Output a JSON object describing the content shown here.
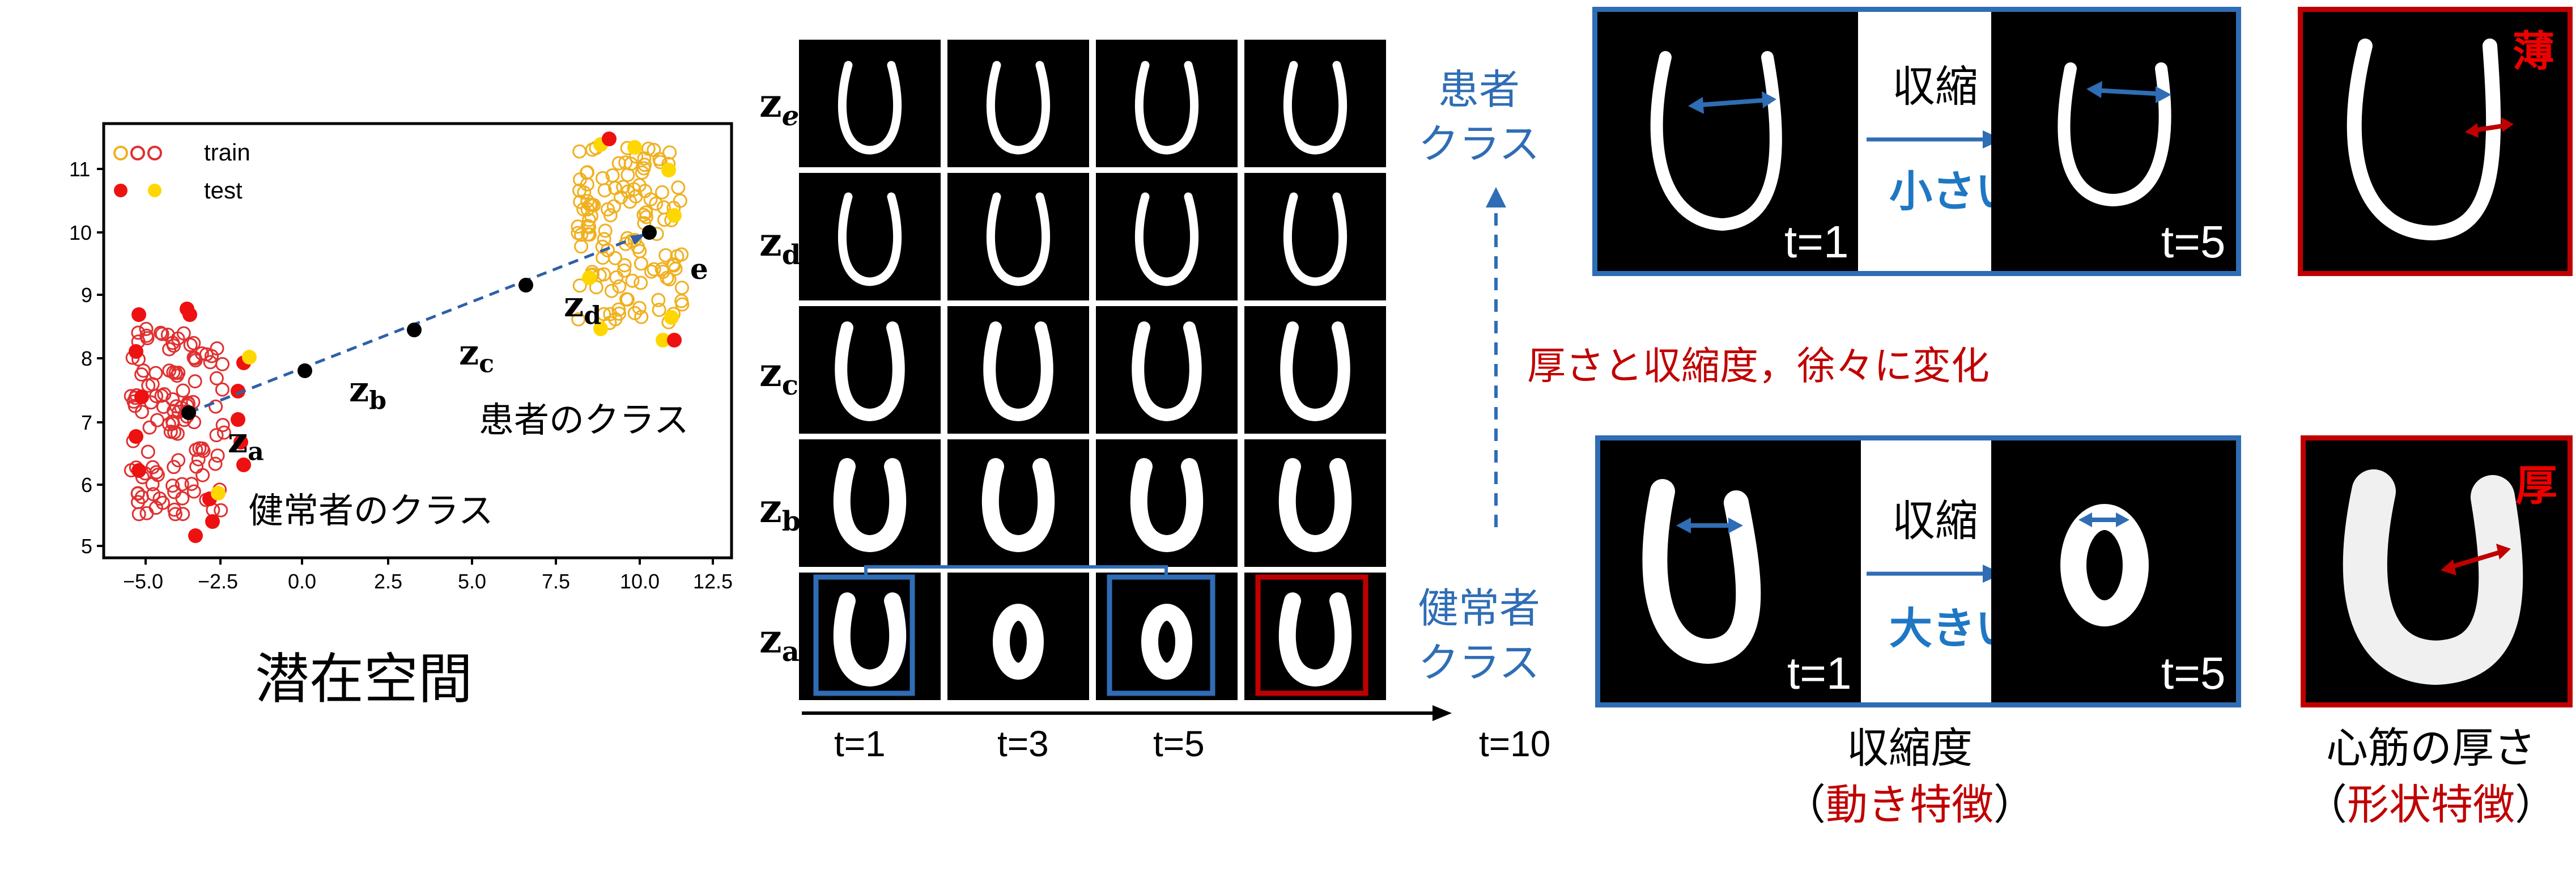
{
  "scatter": {
    "legend": {
      "train": "train",
      "test": "test"
    },
    "x_ticks": [
      "−5.0",
      "−2.5",
      "0.0",
      "2.5",
      "5.0",
      "7.5",
      "10.0",
      "12.5"
    ],
    "y_ticks": [
      "5",
      "6",
      "7",
      "8",
      "9",
      "10",
      "11"
    ],
    "labels": {
      "za": "z",
      "za_sub": "a",
      "zb": "z",
      "zb_sub": "b",
      "zc": "z",
      "zc_sub": "c",
      "zd": "z",
      "zd_sub": "d",
      "ze": "e"
    },
    "patient_class": "患者のクラス",
    "healthy_class": "健常者のクラス",
    "caption": "潜在空間",
    "colors": {
      "train_red": "#e03030",
      "train_yellow": "#f0b020",
      "test_red": "#ee1111",
      "test_yellow": "#ffd700",
      "path": "#2f5fa8"
    }
  },
  "grid": {
    "row_labels": [
      {
        "main": "z",
        "sub": "e"
      },
      {
        "main": "z",
        "sub": "d"
      },
      {
        "main": "z",
        "sub": "c"
      },
      {
        "main": "z",
        "sub": "b"
      },
      {
        "main": "z",
        "sub": "a"
      }
    ],
    "time_labels": [
      "t=1",
      "t=3",
      "t=5",
      "t=10"
    ]
  },
  "middle": {
    "patient": [
      "患者",
      "クラス"
    ],
    "healthy": [
      "健常者",
      "クラス"
    ],
    "gradual": "厚さと収縮度，徐々に変化"
  },
  "patient_panel": {
    "contraction": "収縮",
    "size": "小さい",
    "t1": "t=1",
    "t5": "t=5",
    "thin": "薄"
  },
  "healthy_panel": {
    "contraction": "収縮",
    "size": "大きい",
    "t1": "t=1",
    "t5": "t=5",
    "thick": "厚"
  },
  "bottom_captions": {
    "contraction_degree": "収縮度",
    "motion_feature": "動き特徴",
    "thickness": "心筋の厚さ",
    "shape_feature": "形状特徴",
    "paren_open": "（",
    "paren_close": "）"
  }
}
